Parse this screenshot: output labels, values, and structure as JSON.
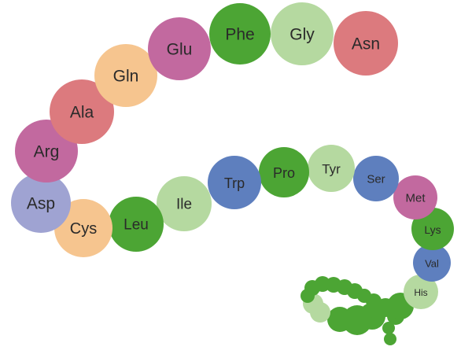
{
  "palette": {
    "pink": "#c2699f",
    "red": "#dc7a7e",
    "peach": "#f6c58f",
    "green": "#4ca534",
    "light_green": "#b5d9a0",
    "blue": "#5e7fbe",
    "lavender": "#9fa3d2"
  },
  "chain": [
    {
      "label": "Asn",
      "color": "red"
    },
    {
      "label": "Gly",
      "color": "light_green"
    },
    {
      "label": "Phe",
      "color": "green"
    },
    {
      "label": "Glu",
      "color": "pink"
    },
    {
      "label": "Gln",
      "color": "peach"
    },
    {
      "label": "Ala",
      "color": "red"
    },
    {
      "label": "Arg",
      "color": "pink"
    },
    {
      "label": "Asp",
      "color": "lavender"
    },
    {
      "label": "Cys",
      "color": "peach"
    },
    {
      "label": "Leu",
      "color": "green"
    },
    {
      "label": "Ile",
      "color": "light_green"
    },
    {
      "label": "Trp",
      "color": "blue"
    },
    {
      "label": "Pro",
      "color": "green"
    },
    {
      "label": "Tyr",
      "color": "light_green"
    },
    {
      "label": "Ser",
      "color": "blue"
    },
    {
      "label": "Met",
      "color": "pink"
    },
    {
      "label": "Lys",
      "color": "green"
    },
    {
      "label": "Val",
      "color": "blue"
    },
    {
      "label": "His",
      "color": "light_green"
    }
  ],
  "tail_colors": [
    "green",
    "light_green"
  ]
}
